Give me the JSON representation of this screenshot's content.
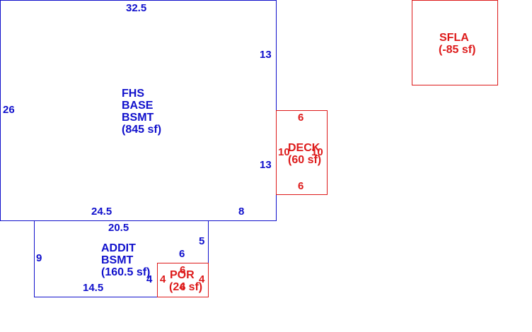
{
  "colors": {
    "primary": "#1010cc",
    "secondary": "#dd1a1a"
  },
  "areas": {
    "fhs": {
      "name_1": "FHS",
      "name_2": "BASE",
      "name_3": "BSMT",
      "area": "(845 sf)"
    },
    "addit": {
      "name_1": "ADDIT",
      "name_2": "BSMT",
      "area": "(160.5 sf)"
    },
    "deck": {
      "name": "DECK",
      "area": "(60 sf)"
    },
    "por": {
      "name": "POR",
      "area": "(24 sf)"
    },
    "sfla": {
      "name": "SFLA",
      "area": "(-85 sf)"
    }
  },
  "dimensions": {
    "fhs_top": "32.5",
    "fhs_left": "26",
    "fhs_right_upper": "13",
    "fhs_right_lower": "13",
    "fhs_bottom_left": "24.5",
    "fhs_bottom_right": "8",
    "addit_top": "20.5",
    "addit_left": "9",
    "addit_right": "5",
    "addit_bottom": "14.5",
    "addit_inner_top": "6",
    "addit_inner_left": "4",
    "deck_top": "6",
    "deck_bottom": "6",
    "deck_left": "10",
    "deck_right": "10",
    "por_top": "6",
    "por_bottom": "6",
    "por_left": "4",
    "por_right": "4"
  }
}
